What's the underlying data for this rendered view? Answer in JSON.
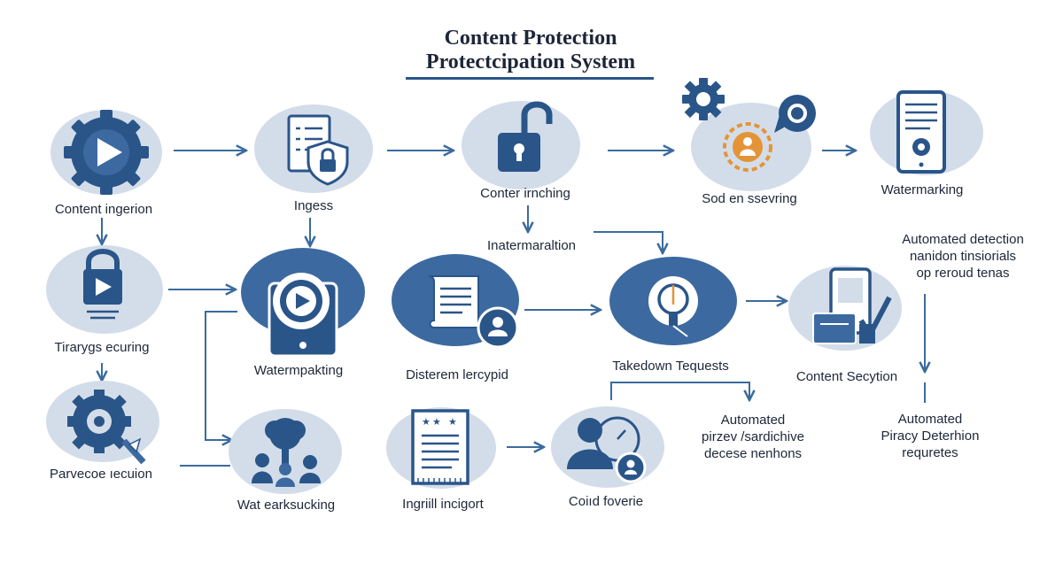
{
  "title": {
    "line1": "Content Protection",
    "line2": "Protectcipation System"
  },
  "nodes": {
    "content_ingerion": "Content ingerion",
    "ingess": "Ingess",
    "conter_irnching": "Conter irnching",
    "sod_en_ssevring": "Sod en ssevring",
    "watermarking_top": "Watermarking",
    "inatermaraltion": "Inatermaraltion",
    "tiranys_ecuring": "Tirarygs ecuring",
    "watermpakting": "Watermpakting",
    "disterem_lercypid": "Disterem lercypid",
    "takedown_requests": "Takedown Tequests",
    "content_secytion": "Content Secytion",
    "parvecoe_recuion": "Parvecoe ıecuion",
    "wat_earksucking": "Wat earksucking",
    "ingrill_incigort": "Ingriill incigort",
    "coild_foverie": "Coiıd foverie"
  },
  "notes": {
    "automated_detection": [
      "Automated detection",
      "nanidon tinsiorials",
      "op reroud tenas"
    ],
    "automated_pirzev": [
      "Automated",
      "pirzev /sardichive",
      "decese nenhons"
    ],
    "automated_piracy": [
      "Automated",
      "Piracy Deterhion",
      "requretes"
    ]
  },
  "colors": {
    "circle_light": "#d3dde9",
    "circle_mid": "#3c6aa0",
    "icon_dark": "#2a5589",
    "arrow": "#3b6b9d",
    "accent_orange": "#e49436",
    "text": "#1d2638"
  }
}
